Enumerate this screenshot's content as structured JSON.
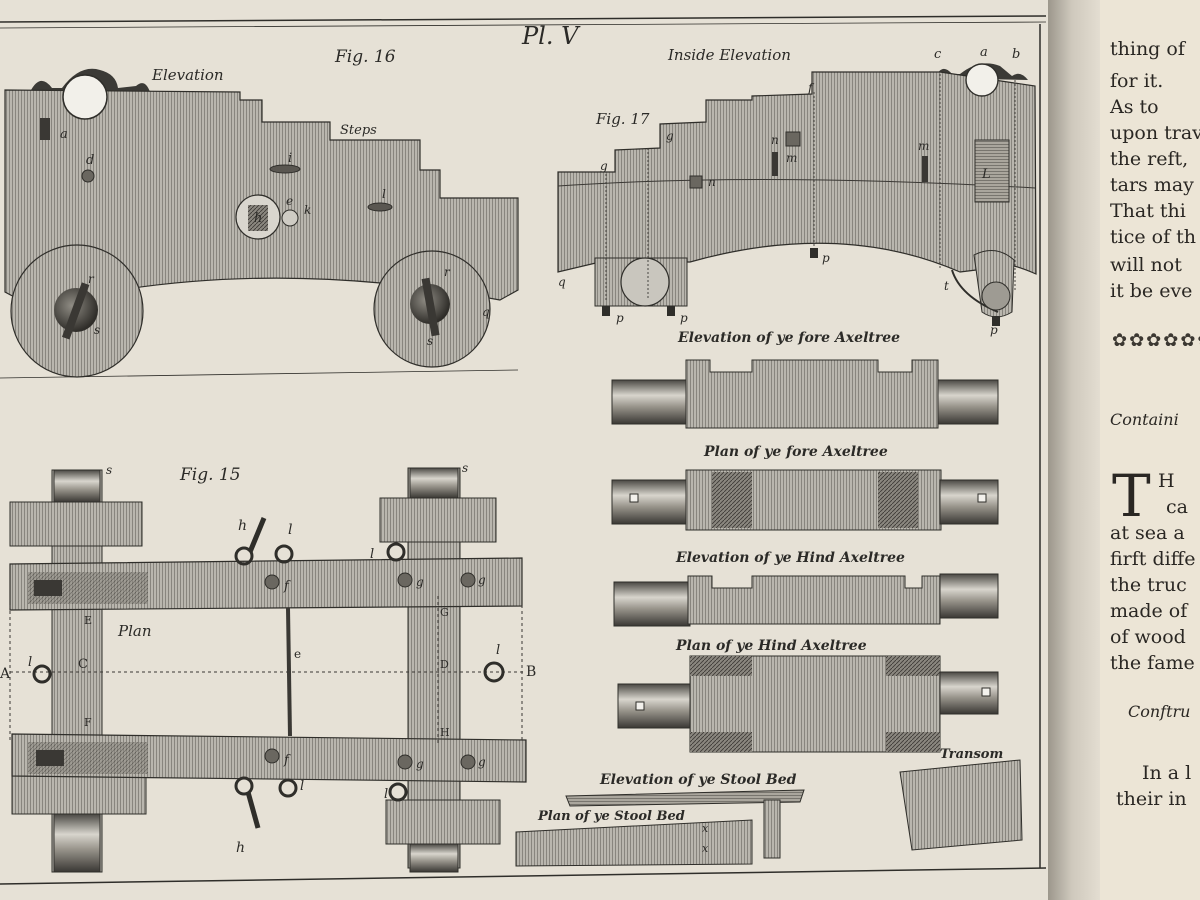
{
  "plate": {
    "number": "Pl. V",
    "fig16": {
      "label": "Fig. 16",
      "elevation": "Elevation",
      "steps": "Steps",
      "letters": {
        "a": "a",
        "d": "d",
        "h": "h",
        "e": "e",
        "k": "k",
        "i": "i",
        "l": "l",
        "r1": "r",
        "s1": "s",
        "r2": "r",
        "s2": "s",
        "q": "q"
      }
    },
    "fig17": {
      "label": "Fig. 17",
      "inside_elevation": "Inside Elevation",
      "letters": {
        "c": "c",
        "a": "a",
        "b": "b",
        "f": "f",
        "g1": "g",
        "g2": "g",
        "n1": "n",
        "m1": "m",
        "n2": "n",
        "m2": "m",
        "L": "L",
        "p1": "p",
        "p2": "p",
        "p3": "p",
        "p4": "p",
        "q": "q",
        "t": "t"
      }
    },
    "fig15": {
      "label": "Fig. 15",
      "plan": "Plan",
      "letters": {
        "A": "A",
        "B": "B",
        "C": "C",
        "D": "D",
        "E": "E",
        "F": "F",
        "G": "G",
        "H": "H",
        "e": "e",
        "s1": "s",
        "s2": "s",
        "h1": "h",
        "h2": "h",
        "l1": "l",
        "l2": "l",
        "l3": "l",
        "l4": "l",
        "l5": "l",
        "l6": "l",
        "f1": "f",
        "f2": "f",
        "g1": "g",
        "g2": "g",
        "g3": "g",
        "g4": "g",
        "x1": "x",
        "x2": "x"
      }
    },
    "parts": {
      "elev_fore": "Elevation of ye fore Axeltree",
      "plan_fore": "Plan of ye fore Axeltree",
      "elev_hind": "Elevation of ye Hind Axeltree",
      "plan_hind": "Plan of ye Hind Axeltree",
      "elev_stool": "Elevation of ye Stool Bed",
      "plan_stool": "Plan of ye Stool Bed",
      "transom": "Transom"
    }
  },
  "facing_page": {
    "lines": [
      "thing of",
      "for it.",
      "As to",
      "upon trav",
      "the reft,",
      "tars may",
      "That thi",
      "tice of th",
      "will not",
      "it be eve"
    ],
    "ornament": "✿✿✿✿✿✿",
    "heading": "Containi",
    "drop_cap": "T",
    "cap_line": "H",
    "cap_line2": "ca",
    "body": [
      "at sea a",
      "firft diffe",
      "the truc",
      "made of",
      "of wood",
      "the fame"
    ],
    "subhead": "Conftru",
    "para2": [
      "In a l",
      "their in"
    ]
  }
}
